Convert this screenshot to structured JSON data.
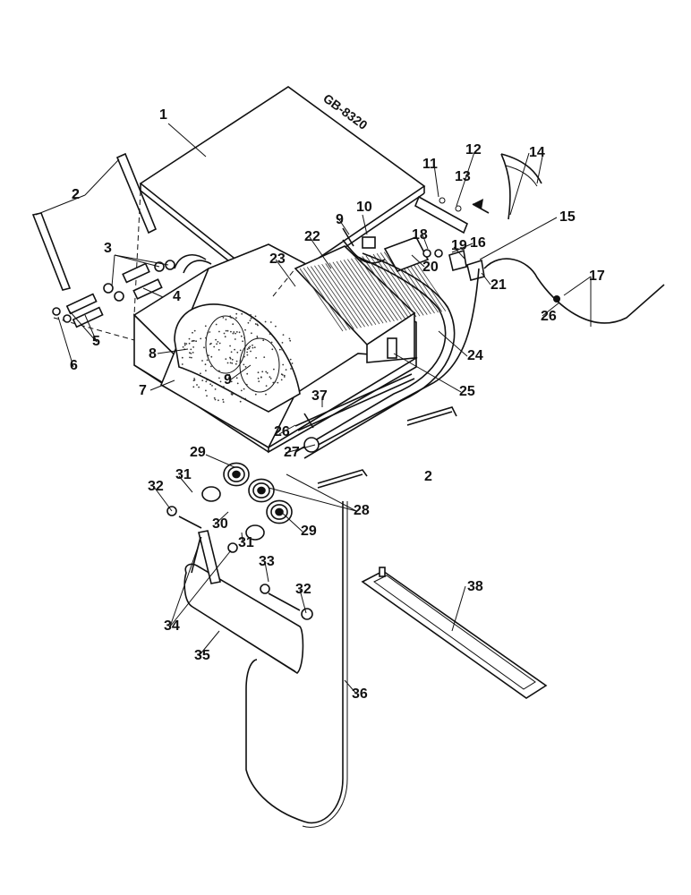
{
  "drawing": {
    "code": "GB-8320",
    "colors": {
      "ink": "#111111",
      "paper": "#ffffff"
    }
  },
  "callouts": [
    "1",
    "2",
    "2",
    "2",
    "3",
    "4",
    "5",
    "6",
    "7",
    "8",
    "9",
    "9",
    "10",
    "11",
    "12",
    "13",
    "14",
    "15",
    "16",
    "17",
    "18",
    "19",
    "20",
    "21",
    "22",
    "23",
    "24",
    "25",
    "26",
    "26",
    "27",
    "28",
    "29",
    "29",
    "30",
    "31",
    "31",
    "32",
    "32",
    "33",
    "34",
    "35",
    "36",
    "37",
    "38"
  ]
}
